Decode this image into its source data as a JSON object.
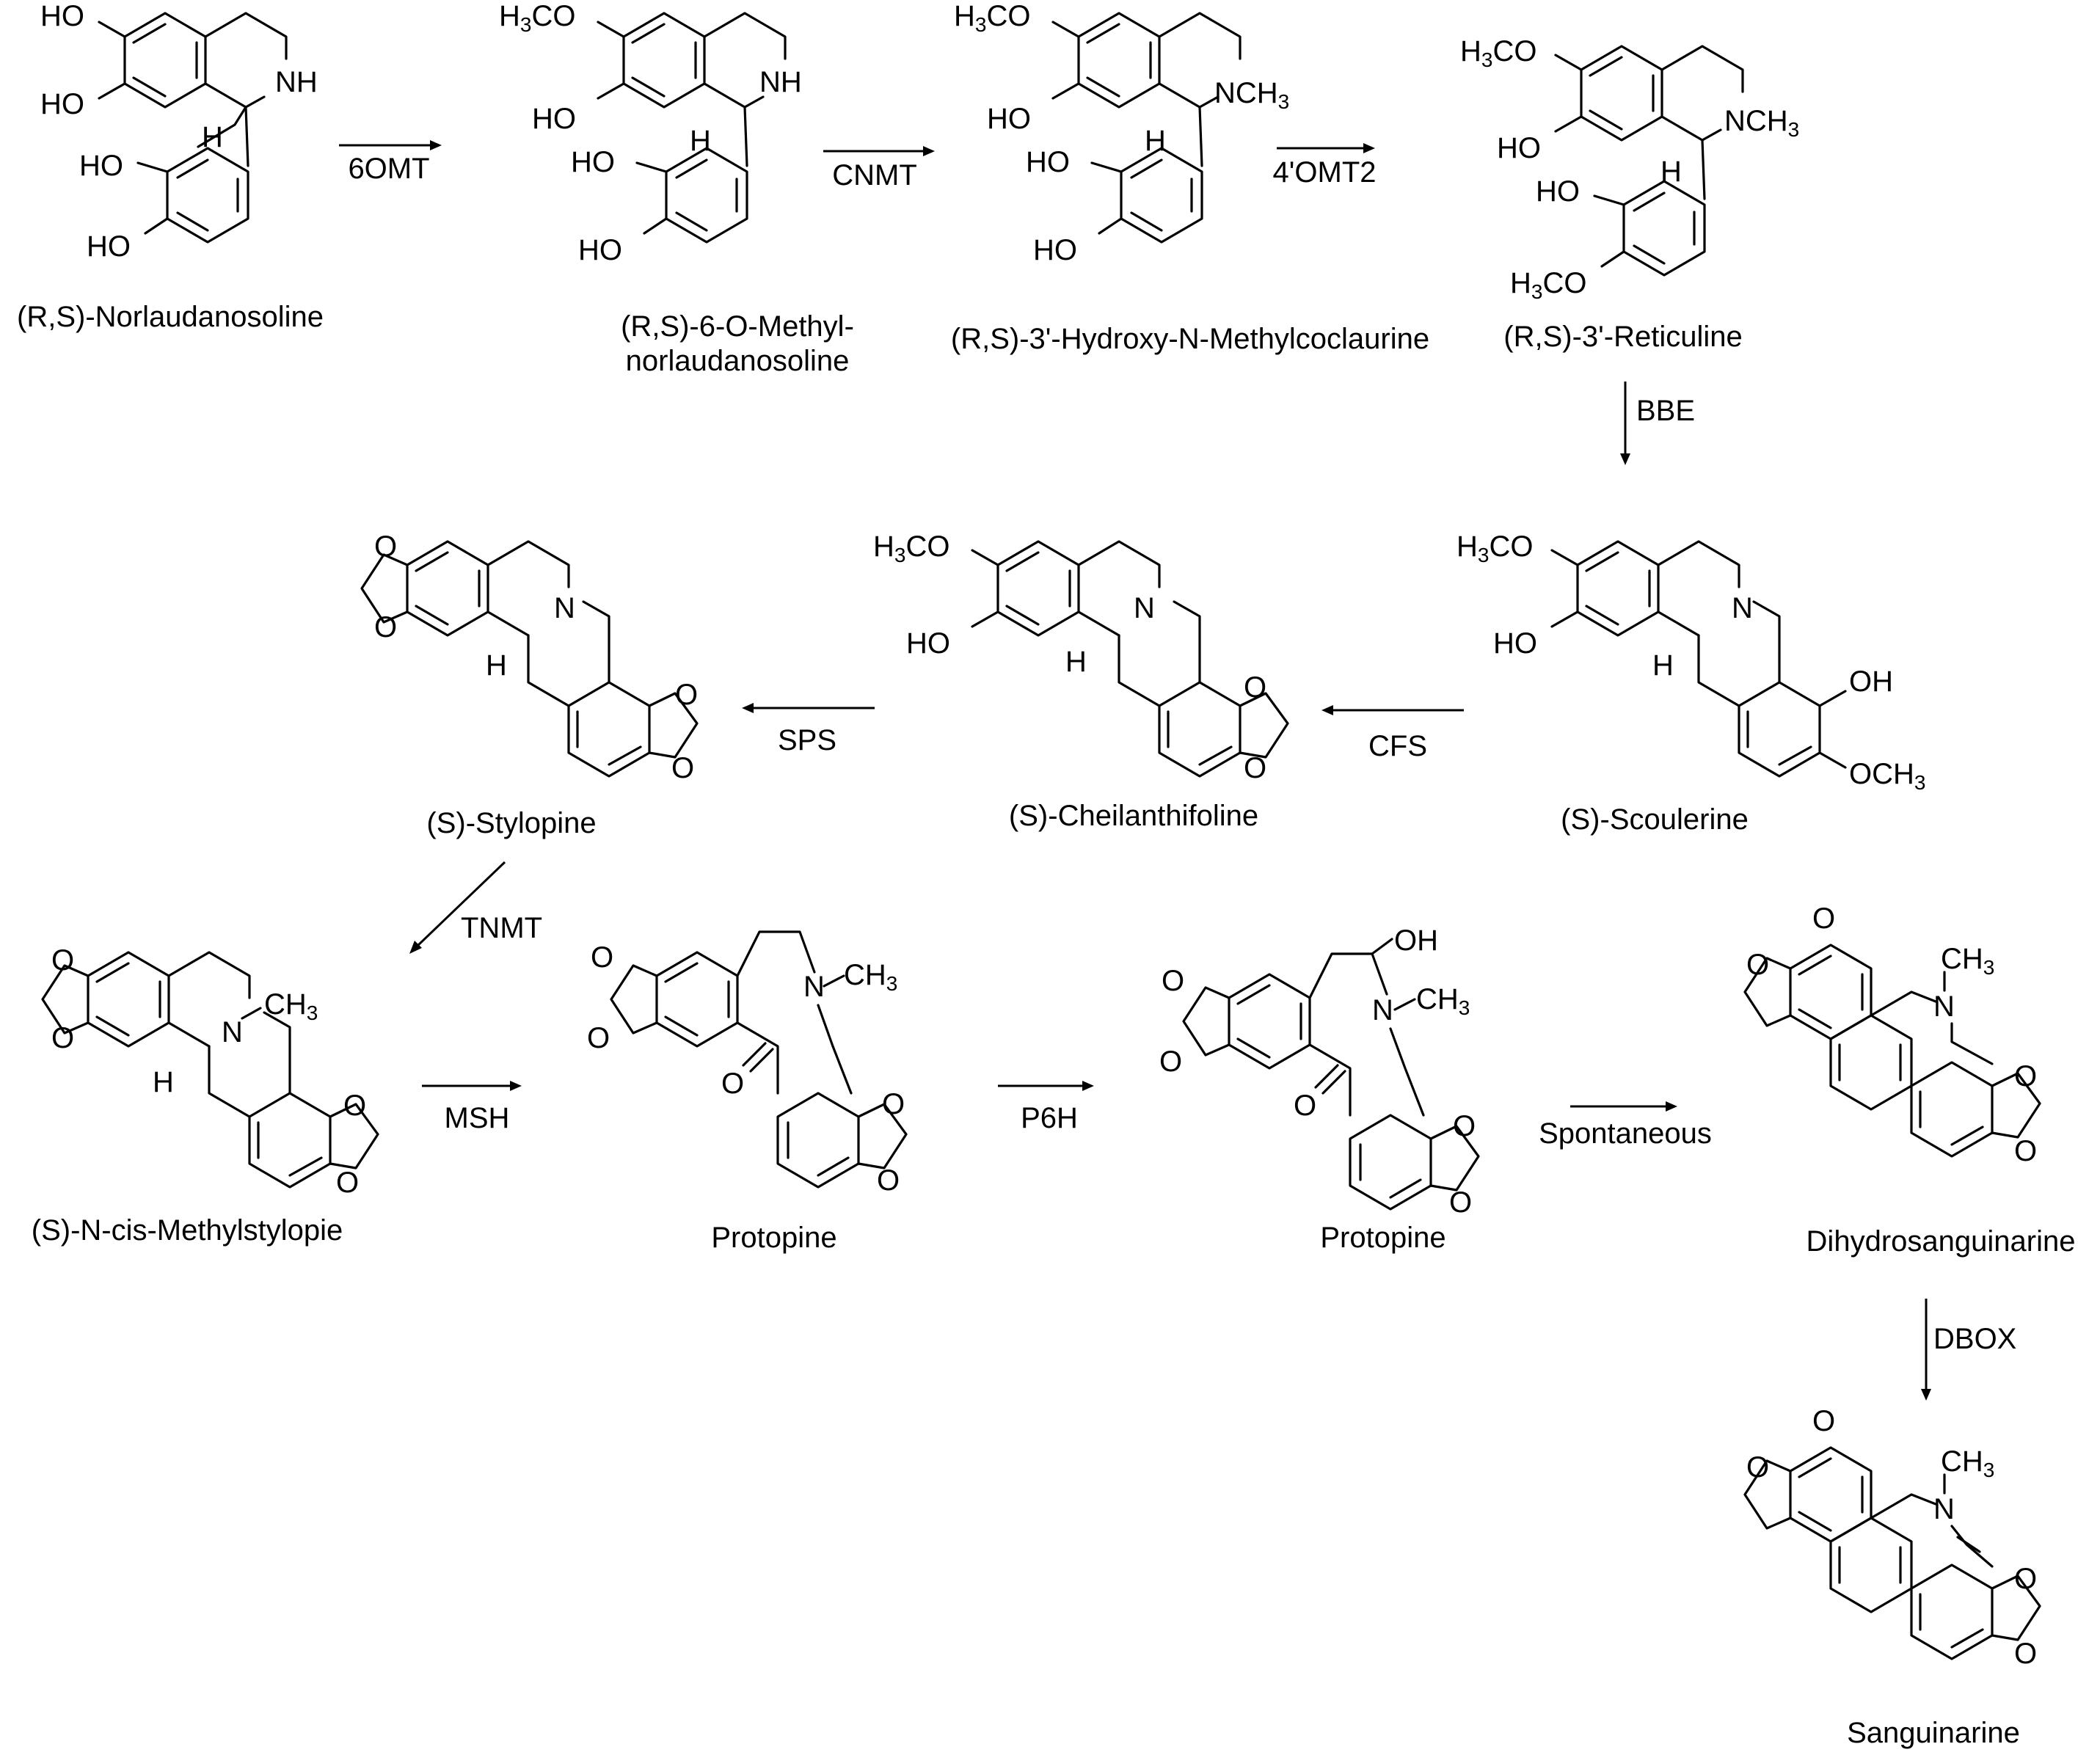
{
  "compounds": [
    {
      "id": "norlaudanosoline",
      "name": "(R,S)-Norlaudanosoline"
    },
    {
      "id": "methylnorlaudanosoline",
      "name": "(R,S)-6-O-Methyl-",
      "name_line2": "norlaudanosoline"
    },
    {
      "id": "hydroxymethylcoclaurine",
      "name": "(R,S)-3'-Hydroxy-N-Methylcoclaurine"
    },
    {
      "id": "reticuline",
      "name": "(R,S)-3'-Reticuline"
    },
    {
      "id": "scoulerine",
      "name": "(S)-Scoulerine"
    },
    {
      "id": "cheilanthifoline",
      "name": "(S)-Cheilanthifoline"
    },
    {
      "id": "stylopine",
      "name": "(S)-Stylopine"
    },
    {
      "id": "methylstylopine",
      "name": "(S)-N-cis-Methylstylopie"
    },
    {
      "id": "protopine1",
      "name": "Protopine"
    },
    {
      "id": "protopine2",
      "name": "Protopine"
    },
    {
      "id": "dihydrosanguinarine",
      "name": "Dihydrosanguinarine"
    },
    {
      "id": "sanguinarine",
      "name": "Sanguinarine"
    }
  ],
  "enzymes": {
    "omt6": "6OMT",
    "cnmt": "CNMT",
    "omt4": "4'OMT2",
    "bbe": "BBE",
    "cfs": "CFS",
    "sps": "SPS",
    "tnmt": "TNMT",
    "msh": "MSH",
    "p6h": "P6H",
    "spontaneous": "Spontaneous",
    "dbox": "DBOX"
  },
  "atoms": {
    "ho": "HO",
    "h3co": "H3CO",
    "h": "H",
    "nh": "NH",
    "nch3": "NCH3",
    "n": "N",
    "ch3": "CH3",
    "o": "O",
    "oh": "OH",
    "och3": "OCH3"
  }
}
